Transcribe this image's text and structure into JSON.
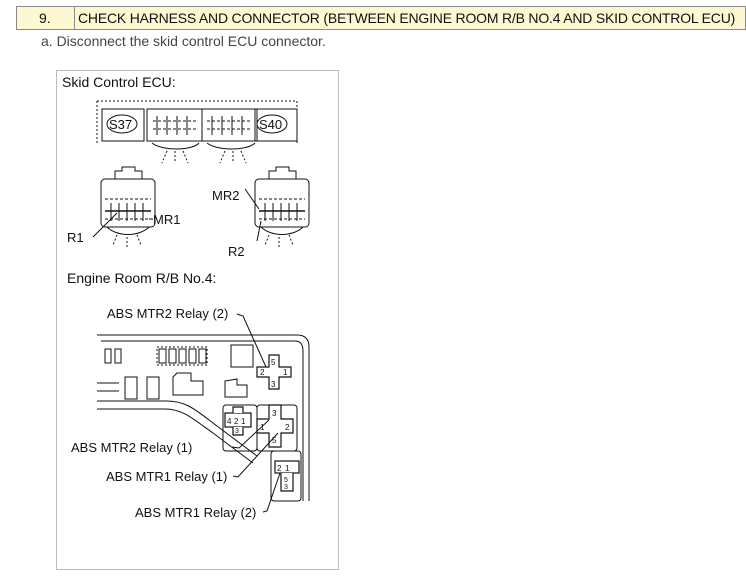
{
  "step": {
    "number": "9.",
    "title": "CHECK HARNESS AND CONNECTOR (BETWEEN ENGINE ROOM R/B NO.4 AND SKID CONTROL ECU)"
  },
  "instruction": "a. Disconnect the skid control ECU connector.",
  "figure": {
    "ecu_label": "Skid Control ECU:",
    "connector_left": "S37",
    "connector_right": "S40",
    "pin_mr1": "MR1",
    "pin_r1": "R1",
    "pin_mr2": "MR2",
    "pin_r2": "R2",
    "rb_label": "Engine Room R/B No.4:",
    "relay_mtr2_2": "ABS MTR2 Relay (2)",
    "relay_mtr2_1": "ABS MTR2 Relay (1)",
    "relay_mtr1_1": "ABS MTR1 Relay (1)",
    "relay_mtr1_2": "ABS MTR1 Relay (2)",
    "pins": {
      "r1_top": "5",
      "r1_left": "2",
      "r1_right": "1",
      "r1_bottom": "3",
      "r2_top": "3",
      "r2_left": "1",
      "r2_right": "2",
      "r2_bottom": "5",
      "r3_a": "4",
      "r3_b": "2",
      "r3_c": "1",
      "r3_d": "3",
      "r4_a": "2",
      "r4_b": "1",
      "r4_c": "5",
      "r4_d": "3"
    }
  }
}
